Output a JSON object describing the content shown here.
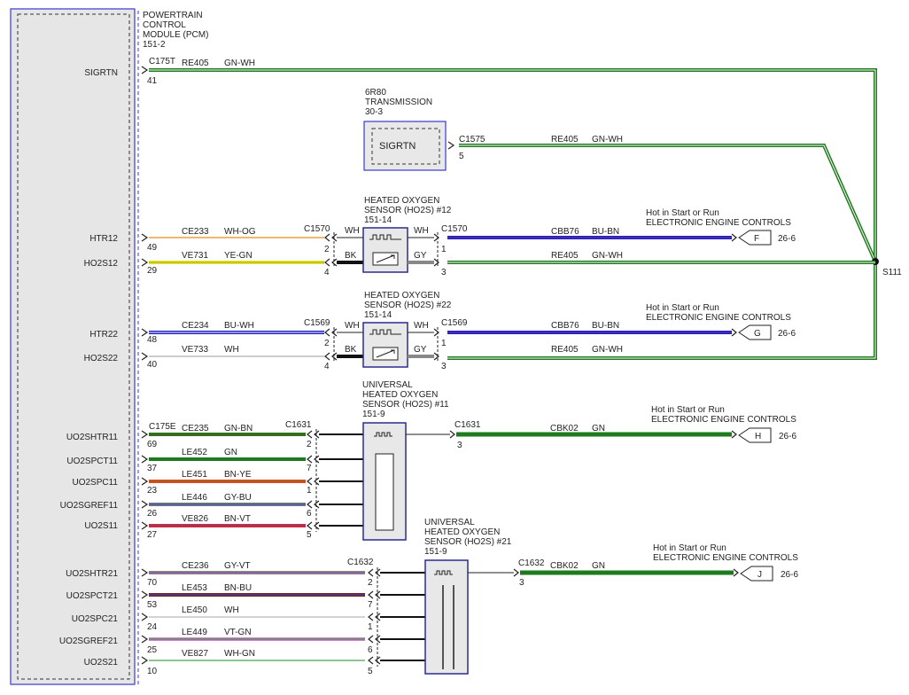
{
  "pcm": {
    "title_lines": [
      "POWERTRAIN",
      "CONTROL",
      "MODULE (PCM)",
      "151-2"
    ],
    "signals": [
      "SIGRTN",
      "HTR12",
      "HO2S12",
      "HTR22",
      "HO2S22",
      "UO2SHTR11",
      "UO2SPCT11",
      "UO2SPC11",
      "UO2SGREF11",
      "UO2S11",
      "UO2SHTR21",
      "UO2SPCT21",
      "UO2SPC21",
      "UO2SGREF21",
      "UO2S21"
    ],
    "pins": [
      "41",
      "49",
      "29",
      "48",
      "40",
      "69",
      "37",
      "23",
      "26",
      "27",
      "70",
      "53",
      "24",
      "25",
      "10"
    ],
    "connector_c175t": "C175T",
    "connector_c175e": "C175E"
  },
  "circuits": [
    {
      "id": "RE405",
      "color": "GN-WH"
    },
    {
      "id": "CE233",
      "color": "WH-OG"
    },
    {
      "id": "VE731",
      "color": "YE-GN"
    },
    {
      "id": "CE234",
      "color": "BU-WH"
    },
    {
      "id": "VE733",
      "color": "WH"
    },
    {
      "id": "CE235",
      "color": "GN-BN"
    },
    {
      "id": "LE452",
      "color": "GN"
    },
    {
      "id": "LE451",
      "color": "BN-YE"
    },
    {
      "id": "LE446",
      "color": "GY-BU"
    },
    {
      "id": "VE826",
      "color": "BN-VT"
    },
    {
      "id": "CE236",
      "color": "GY-VT"
    },
    {
      "id": "LE453",
      "color": "BN-BU"
    },
    {
      "id": "LE450",
      "color": "WH"
    },
    {
      "id": "LE449",
      "color": "VT-GN"
    },
    {
      "id": "VE827",
      "color": "WH-GN"
    }
  ],
  "transmission": {
    "title_lines": [
      "6R80",
      "TRANSMISSION",
      "30-3"
    ],
    "signal": "SIGRTN",
    "connector": "C1575",
    "pin": "5",
    "circuit": "RE405",
    "color": "GN-WH"
  },
  "ho2s12": {
    "title_lines": [
      "HEATED OXYGEN",
      "SENSOR (HO2S) #12",
      "151-14"
    ],
    "conn_left": "C1570",
    "conn_right": "C1570",
    "left_pins": [
      "2",
      "4"
    ],
    "right_pins": [
      "1",
      "3"
    ],
    "left_colors": [
      "WH",
      "BK"
    ],
    "right_colors": [
      "WH",
      "GY"
    ],
    "out_circuits": [
      {
        "id": "CBB76",
        "color": "BU-BN"
      },
      {
        "id": "RE405",
        "color": "GN-WH"
      }
    ],
    "power_note": [
      "Hot in Start or Run",
      "ELECTRONIC ENGINE CONTROLS"
    ],
    "flag": "F",
    "ref": "26-6"
  },
  "ho2s22": {
    "title_lines": [
      "HEATED OXYGEN",
      "SENSOR (HO2S) #22",
      "151-14"
    ],
    "conn_left": "C1569",
    "conn_right": "C1569",
    "left_pins": [
      "2",
      "4"
    ],
    "right_pins": [
      "1",
      "3"
    ],
    "left_colors": [
      "WH",
      "BK"
    ],
    "right_colors": [
      "WH",
      "GY"
    ],
    "out_circuits": [
      {
        "id": "CBB76",
        "color": "BU-BN"
      },
      {
        "id": "RE405",
        "color": "GN-WH"
      }
    ],
    "power_note": [
      "Hot in Start or Run",
      "ELECTRONIC ENGINE CONTROLS"
    ],
    "flag": "G",
    "ref": "26-6"
  },
  "uho2s11": {
    "title_lines": [
      "UNIVERSAL",
      "HEATED OXYGEN",
      "SENSOR (HO2S) #11",
      "151-9"
    ],
    "conn_left": "C1631",
    "conn_right": "C1631",
    "left_pins": [
      "2",
      "7",
      "1",
      "6",
      "5"
    ],
    "right_pin": "3",
    "out_circuit": {
      "id": "CBK02",
      "color": "GN"
    },
    "power_note": [
      "Hot in Start or Run",
      "ELECTRONIC ENGINE CONTROLS"
    ],
    "flag": "H",
    "ref": "26-6"
  },
  "uho2s21": {
    "title_lines": [
      "UNIVERSAL",
      "HEATED OXYGEN",
      "SENSOR (HO2S) #21",
      "151-9"
    ],
    "conn_left": "C1632",
    "conn_right": "C1632",
    "left_pins": [
      "2",
      "7",
      "1",
      "6",
      "5"
    ],
    "right_pin": "3",
    "out_circuit": {
      "id": "CBK02",
      "color": "GN"
    },
    "power_note": [
      "Hot in Start or Run",
      "ELECTRONIC ENGINE CONTROLS"
    ],
    "flag": "J",
    "ref": "26-6"
  },
  "splice": "S111"
}
